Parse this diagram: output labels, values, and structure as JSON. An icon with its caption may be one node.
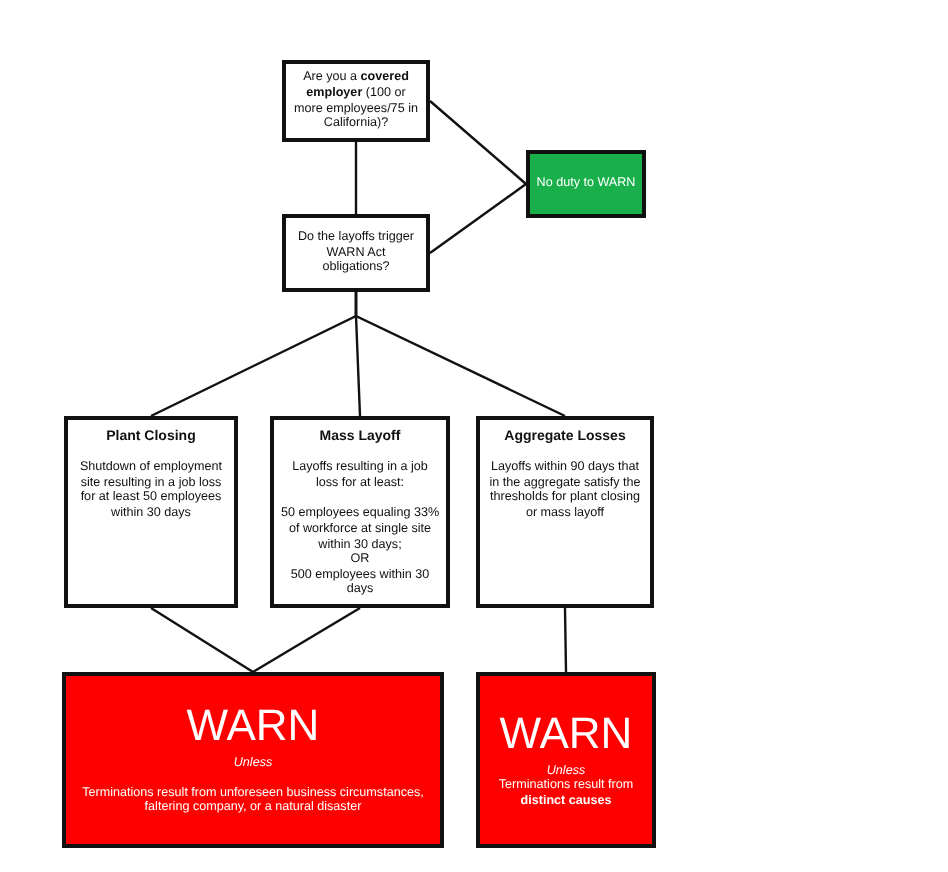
{
  "diagram": {
    "nodes": [
      {
        "text": [
          "Are you a **covered employer** (100 or more employees/75 in California)?"
        ]
      },
      {
        "text": [
          "No duty to WARN"
        ]
      },
      {
        "text": [
          "Do the layoffs trigger WARN Act obligations?"
        ]
      },
      {
        "text": [
          "Plant Closing",
          "Shutdown of employment site resulting in a job loss for at least 50 employees within 30 days"
        ]
      },
      {
        "text": [
          "Mass Layoff",
          "Layoffs resulting in a job loss for at least:",
          "50 employees equaling 33% of workforce at single site within 30 days;",
          "OR",
          "500 employees within 30 days"
        ]
      },
      {
        "text": [
          "Aggregate Losses",
          "Layoffs within 90 days that in the aggregate satisfy the thresholds for plant closing or mass layoff"
        ]
      },
      {
        "text": [
          "WARN",
          "Unless",
          "Terminations result from unforeseen business circumstances, faltering company, or a natural disaster"
        ]
      },
      {
        "text": [
          "WARN",
          "Unless",
          "Terminations result from **distinct causes**"
        ]
      }
    ],
    "edges": [
      {
        "from": 0,
        "to": 2,
        "arrow": "none"
      },
      {
        "from": 0,
        "to": 1,
        "arrow": "none"
      },
      {
        "from": 2,
        "to": 1,
        "arrow": "none"
      },
      {
        "from": 2,
        "to": 3,
        "arrow": "none"
      },
      {
        "from": 2,
        "to": 4,
        "arrow": "none"
      },
      {
        "from": 2,
        "to": 5,
        "arrow": "none"
      },
      {
        "from": 3,
        "to": 6,
        "arrow": "none"
      },
      {
        "from": 4,
        "to": 6,
        "arrow": "none"
      },
      {
        "from": 5,
        "to": 7,
        "arrow": "none"
      }
    ]
  }
}
